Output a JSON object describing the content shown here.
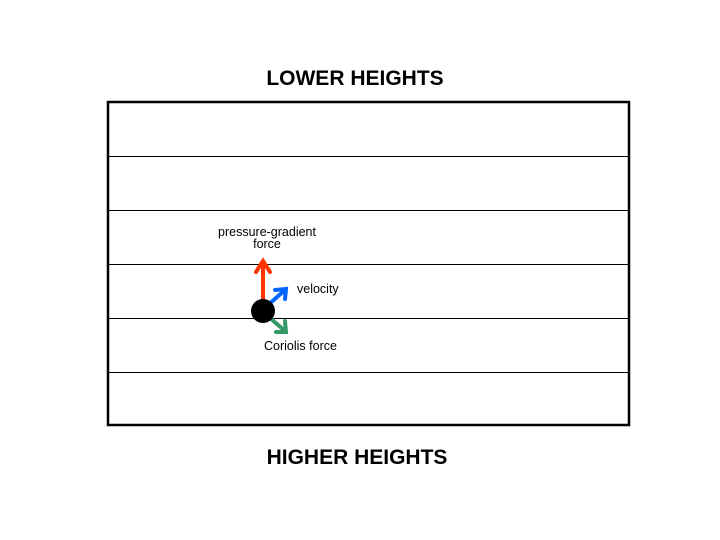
{
  "top_label": "LOWER HEIGHTS",
  "bottom_label": "HIGHER HEIGHTS",
  "vectors": {
    "pressure_gradient": {
      "line1": "pressure-gradient",
      "line2": "force",
      "color": "#ff3300"
    },
    "velocity": {
      "label": "velocity",
      "color": "#0066ff"
    },
    "coriolis": {
      "label": "Coriolis force",
      "color": "#339966"
    }
  }
}
